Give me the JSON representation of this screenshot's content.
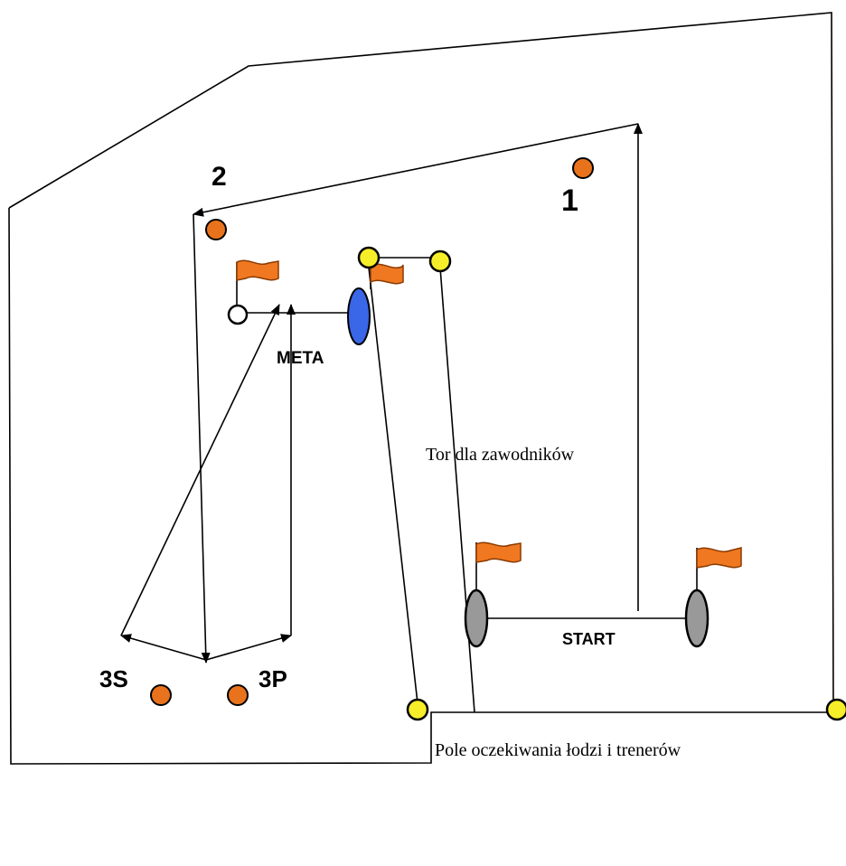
{
  "labels": {
    "mark_1": "1",
    "mark_2": "2",
    "gate_3s": "3S",
    "gate_3p": "3P",
    "finish": "META",
    "start": "START",
    "course_area": "Tor dla zawodników",
    "waiting_area": "Pole oczekiwania łodzi i trenerów"
  },
  "colors": {
    "mark_orange": "#e8731c",
    "flag_orange": "#f07820",
    "yellow_buoy": "#f7ee2a",
    "blue_buoy": "#3a66e8",
    "grey_buoy": "#999999",
    "line": "#000000"
  }
}
